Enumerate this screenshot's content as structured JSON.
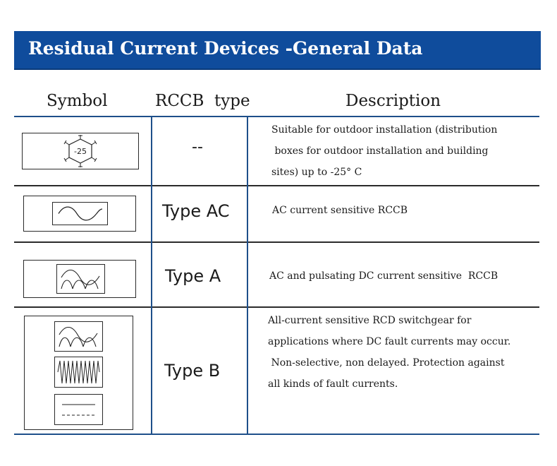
{
  "title": "Residual Current Devices -General Data",
  "headers": {
    "symbol": "Symbol",
    "rccb_type": "RCCB  type",
    "description": "Description"
  },
  "rows": [
    {
      "symbol": "snowflake-temperature-icon",
      "symbol_text": "-25",
      "type": "--",
      "description_lines": [
        "Suitable for outdoor installation (distribution",
        " boxes for outdoor installation and building",
        "sites) up to -25° C"
      ]
    },
    {
      "symbol": "sine-wave-icon",
      "type": "Type AC",
      "description_lines": [
        "AC current sensitive RCCB"
      ]
    },
    {
      "symbol": "pulsating-dc-icon",
      "type": "Type A",
      "description_lines": [
        "AC and pulsating DC current sensitive  RCCB"
      ]
    },
    {
      "symbol": "all-current-icon-stack",
      "type": "Type B",
      "description_lines": [
        "All-current sensitive RCD switchgear for",
        "applications where DC fault currents may occur.",
        " Non-selective, non delayed. Protection against",
        "all kinds of fault currents."
      ]
    }
  ],
  "colors": {
    "banner": "#0f4c9c",
    "banner_text": "#ffffff",
    "rule": "#1e4f8a"
  }
}
